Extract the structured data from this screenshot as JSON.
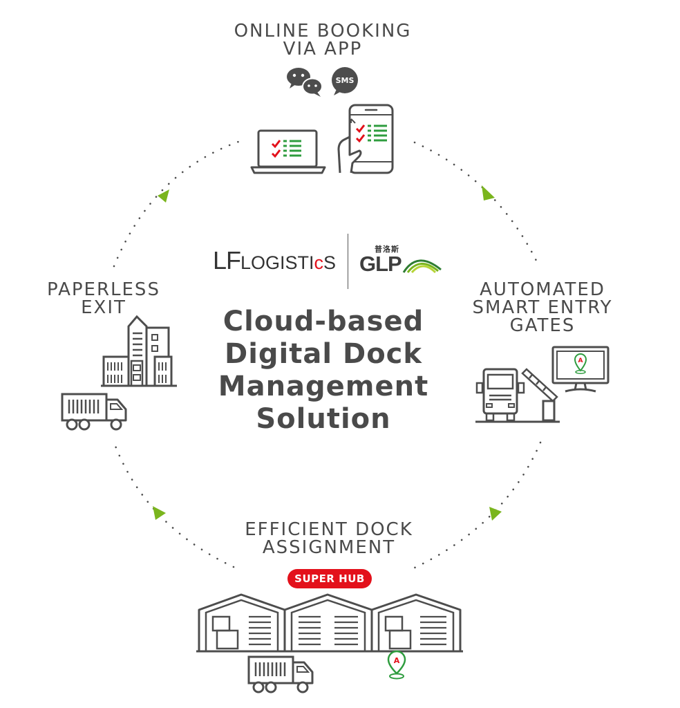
{
  "center": {
    "title_lines": [
      "Cloud-based",
      "Digital Dock",
      "Management",
      "Solution"
    ],
    "logos": {
      "lf_big": "LF",
      "lf_small_pre": "LOGISTI",
      "lf_small_red": "c",
      "lf_small_post": "S",
      "glp_cn": "普洛斯",
      "glp": "GLP"
    }
  },
  "steps": {
    "top": {
      "lines": [
        "ONLINE BOOKING",
        "VIA APP"
      ],
      "sms_label": "SMS"
    },
    "right": {
      "lines": [
        "AUTOMATED",
        "SMART ENTRY",
        "GATES"
      ]
    },
    "bottom": {
      "lines": [
        "EFFICIENT DOCK",
        "ASSIGNMENT"
      ],
      "badge": "SUPER HUB"
    },
    "left": {
      "lines": [
        "PAPERLESS",
        "EXIT"
      ]
    }
  },
  "colors": {
    "text": "#4a4a4a",
    "icon_stroke": "#4d4d4d",
    "accent_red": "#e3111b",
    "accent_green": "#7ab51d",
    "dots": "#4d4d4d"
  },
  "icons": [
    "wechat-icon",
    "sms-icon",
    "laptop-checklist-icon",
    "phone-checklist-icon",
    "truck-gate-icon",
    "monitor-pin-icon",
    "warehouse-icon",
    "truck-icon",
    "map-pin-icon",
    "city-buildings-icon"
  ]
}
